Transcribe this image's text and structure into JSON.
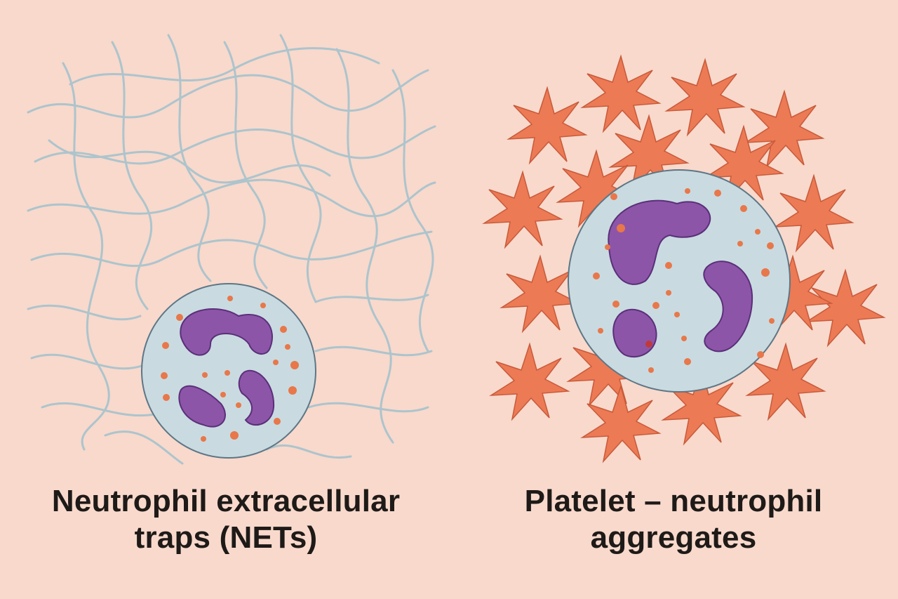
{
  "background_color": "#f8d9cc",
  "panels": [
    {
      "id": "nets",
      "caption_line1": "Neutrophil extracellular",
      "caption_line2": "traps (NETs)",
      "elements": [
        "neutrophil-cell",
        "dna-fiber-mesh"
      ],
      "colors": {
        "fiber": "#a9c3cc",
        "cell": "#c9dbe0",
        "nucleus": "#8d55a8",
        "granule": "#e8774a"
      }
    },
    {
      "id": "aggregates",
      "caption_line1": "Platelet – neutrophil",
      "caption_line2": "aggregates",
      "elements": [
        "neutrophil-cell",
        "activated-platelets"
      ],
      "colors": {
        "platelet": "#ec7a55",
        "cell": "#c9dbe0",
        "nucleus": "#8d55a8",
        "granule": "#e8774a"
      }
    }
  ]
}
